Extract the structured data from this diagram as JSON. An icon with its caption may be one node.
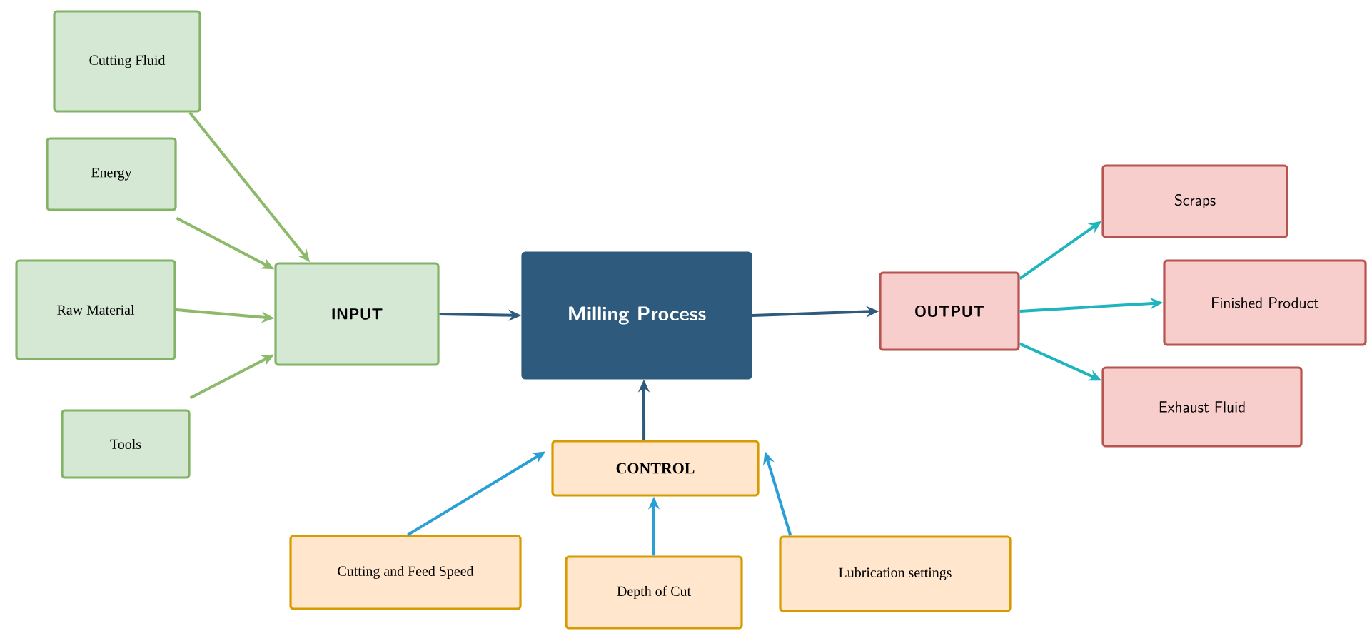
{
  "diagram": {
    "nodes": [
      {
        "text": [
          "Cutting Fluid"
        ]
      },
      {
        "text": [
          "Energy"
        ]
      },
      {
        "text": [
          "Raw Material"
        ]
      },
      {
        "text": [
          "Tools"
        ]
      },
      {
        "text": [
          "INPUT"
        ]
      },
      {
        "text": [
          "Milling Process"
        ]
      },
      {
        "text": [
          "OUTPUT"
        ]
      },
      {
        "text": [
          "Scraps"
        ]
      },
      {
        "text": [
          "Finished Product"
        ]
      },
      {
        "text": [
          "Exhaust Fluid"
        ]
      },
      {
        "text": [
          "CONTROL"
        ]
      },
      {
        "text": [
          "Cutting and Feed Speed"
        ]
      },
      {
        "text": [
          "Depth of Cut"
        ]
      },
      {
        "text": [
          "Lubrication settings"
        ]
      }
    ],
    "edges": [
      {
        "from": 0,
        "to": 4,
        "arrow": "to",
        "color": "#8cba6a"
      },
      {
        "from": 1,
        "to": 4,
        "arrow": "to",
        "color": "#8cba6a"
      },
      {
        "from": 2,
        "to": 4,
        "arrow": "to",
        "color": "#8cba6a"
      },
      {
        "from": 3,
        "to": 4,
        "arrow": "to",
        "color": "#8cba6a"
      },
      {
        "from": 4,
        "to": 5,
        "arrow": "to",
        "color": "#2d5a7d"
      },
      {
        "from": 5,
        "to": 6,
        "arrow": "to",
        "color": "#2d5a7d"
      },
      {
        "from": 6,
        "to": 7,
        "arrow": "to",
        "color": "#1fb5bf"
      },
      {
        "from": 6,
        "to": 8,
        "arrow": "to",
        "color": "#1fb5bf"
      },
      {
        "from": 6,
        "to": 9,
        "arrow": "to",
        "color": "#1fb5bf"
      },
      {
        "from": 10,
        "to": 5,
        "arrow": "to",
        "color": "#2d5a7d"
      },
      {
        "from": 11,
        "to": 10,
        "arrow": "to",
        "color": "#2a9fd6"
      },
      {
        "from": 12,
        "to": 10,
        "arrow": "to",
        "color": "#2a9fd6"
      },
      {
        "from": 13,
        "to": 10,
        "arrow": "to",
        "color": "#2a9fd6"
      }
    ]
  }
}
